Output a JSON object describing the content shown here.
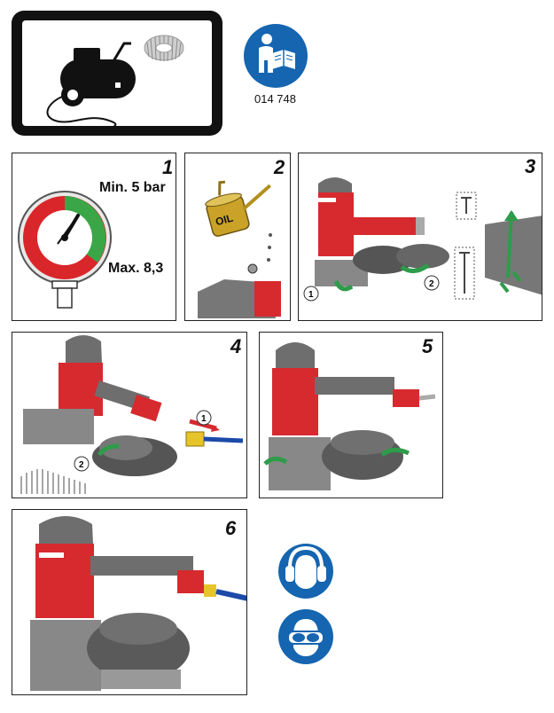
{
  "header": {
    "symbol_code": "014 748",
    "icons": [
      "air-compressor-icon",
      "nail-coil-icon",
      "read-manual-icon"
    ]
  },
  "steps": [
    {
      "number": "1",
      "min_label": "Min. 5 bar",
      "max_label": "Max. 8,3",
      "icon": "pressure-gauge-icon"
    },
    {
      "number": "2",
      "oil_can_label": "OIL",
      "icon": "oil-can-icon"
    },
    {
      "number": "3",
      "callouts": [
        "1",
        "2"
      ],
      "icon": "nailer-open-magazine-icon"
    },
    {
      "number": "4",
      "callouts": [
        "1",
        "2"
      ],
      "icon": "nailer-load-coil-icon"
    },
    {
      "number": "5",
      "icon": "nailer-close-magazine-icon"
    },
    {
      "number": "6",
      "icon": "nailer-connected-air-icon"
    }
  ],
  "safety": [
    "ear-protection-icon",
    "eye-protection-icon"
  ],
  "colors": {
    "tool_red": "#d62a2f",
    "tool_grey": "#6e6e6e",
    "gauge_red": "#d9262b",
    "gauge_green": "#3aa648",
    "mandatory_blue": "#1565b0",
    "arrow_green": "#2e9c4a",
    "dark_frame": "#111111"
  }
}
